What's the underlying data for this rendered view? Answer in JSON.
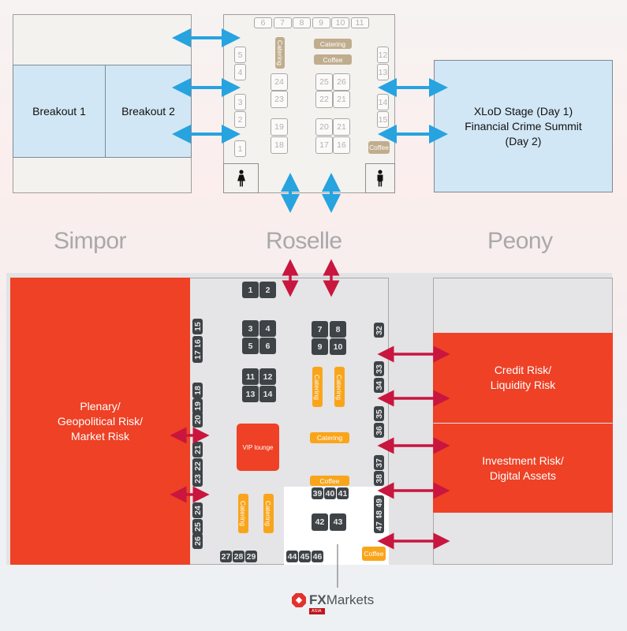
{
  "upper_floor": {
    "rooms": {
      "breakout_1": "Breakout 1",
      "breakout_2": "Breakout 2",
      "stage": "XLoD Stage (Day 1)\nFinancial Crime Summit\n(Day 2)"
    },
    "booths_top_row": [
      "6",
      "7",
      "8",
      "9",
      "10",
      "11"
    ],
    "booths_left_col": [
      "5",
      "4",
      "3",
      "2",
      "1"
    ],
    "booths_right_col": [
      "12",
      "13",
      "14",
      "15"
    ],
    "booths_center": [
      "24",
      "23",
      "19",
      "18",
      "25",
      "26",
      "22",
      "21",
      "20",
      "21",
      "17",
      "16"
    ],
    "catering_vertical": "Catering",
    "catering": "Catering",
    "coffee": "Coffee",
    "coffee_right": "Coffee",
    "accent_color": "#27a3e0"
  },
  "room_names": {
    "left": "Simpor",
    "center": "Roselle",
    "right": "Peony"
  },
  "lower_floor": {
    "rooms": {
      "plenary": "Plenary/\nGeopolitical Risk/\nMarket Risk",
      "credit": "Credit Risk/\nLiquidity Risk",
      "investment": "Investment Risk/\nDigital Assets",
      "vip": "VIP lounge"
    },
    "booths_left_col": [
      "15",
      "16",
      "17",
      "18",
      "19",
      "20",
      "21",
      "22",
      "23",
      "24",
      "25",
      "26"
    ],
    "booths_center": [
      "1",
      "2",
      "3",
      "4",
      "5",
      "6",
      "11",
      "12",
      "13",
      "14",
      "7",
      "8",
      "9",
      "10"
    ],
    "booths_bottom": [
      "27",
      "28",
      "29",
      "44",
      "45",
      "46"
    ],
    "booths_right_col": [
      "32",
      "33",
      "34",
      "35",
      "36",
      "37",
      "38",
      "49",
      "48",
      "47"
    ],
    "booths_white_zone": [
      "39",
      "40",
      "41",
      "42",
      "43"
    ],
    "catering": "Catering",
    "coffee": "Coffee",
    "accent_color": "#c8163f",
    "room_color": "#ee4125"
  },
  "logo": {
    "brand_bold": "FX",
    "brand_light": "Markets",
    "tag": "ASIA"
  }
}
